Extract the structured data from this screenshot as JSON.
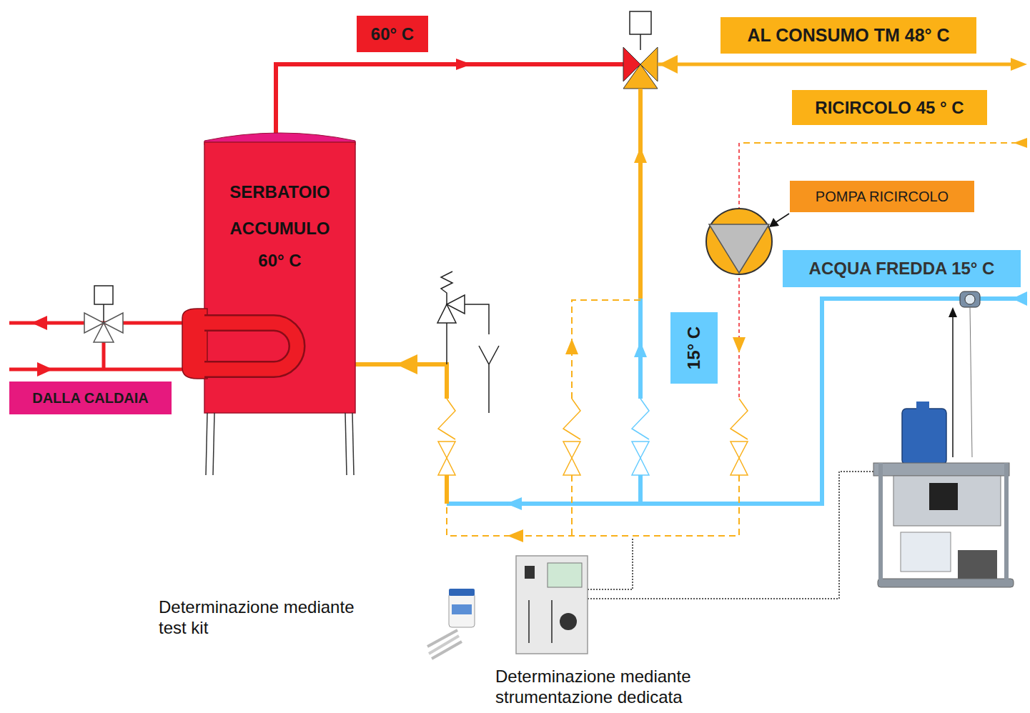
{
  "diagram": {
    "nodes": [
      {
        "text": [
          "60° C"
        ]
      },
      {
        "text": [
          "AL CONSUMO TM 48° C"
        ]
      },
      {
        "text": [
          "RICIRCOLO 45 ° C"
        ]
      },
      {
        "text": [
          "POMPA RICIRCOLO"
        ]
      },
      {
        "text": [
          "ACQUA FREDDA 15° C"
        ]
      },
      {
        "text": [
          "SERBATOIO ACCUMULO",
          "60° C"
        ]
      },
      {
        "text": [
          "15° C"
        ]
      },
      {
        "text": [
          "DALLA CALDAIA"
        ]
      }
    ],
    "labels": [
      "Determinazione mediante test kit",
      "Determinazione mediante strumentazione dedicata"
    ]
  }
}
